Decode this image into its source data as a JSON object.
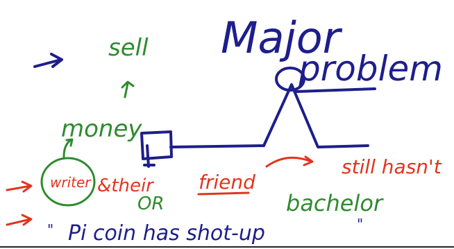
{
  "colors": {
    "navy": "#1e1e8c",
    "green": "#2e8b2e",
    "red": "#e2341d"
  },
  "notes": {
    "title_line1": "Major",
    "title_line2": "problem",
    "sell": "sell",
    "money": "money",
    "writer": "writer",
    "and_their": "&their",
    "friend": "friend",
    "or": "OR",
    "still_hasnt": "still hasn't",
    "bachelor": "bachelor",
    "ditto_left": "\"",
    "ditto_right": "\"",
    "pi_coin": "Pi coin has shot-up"
  }
}
